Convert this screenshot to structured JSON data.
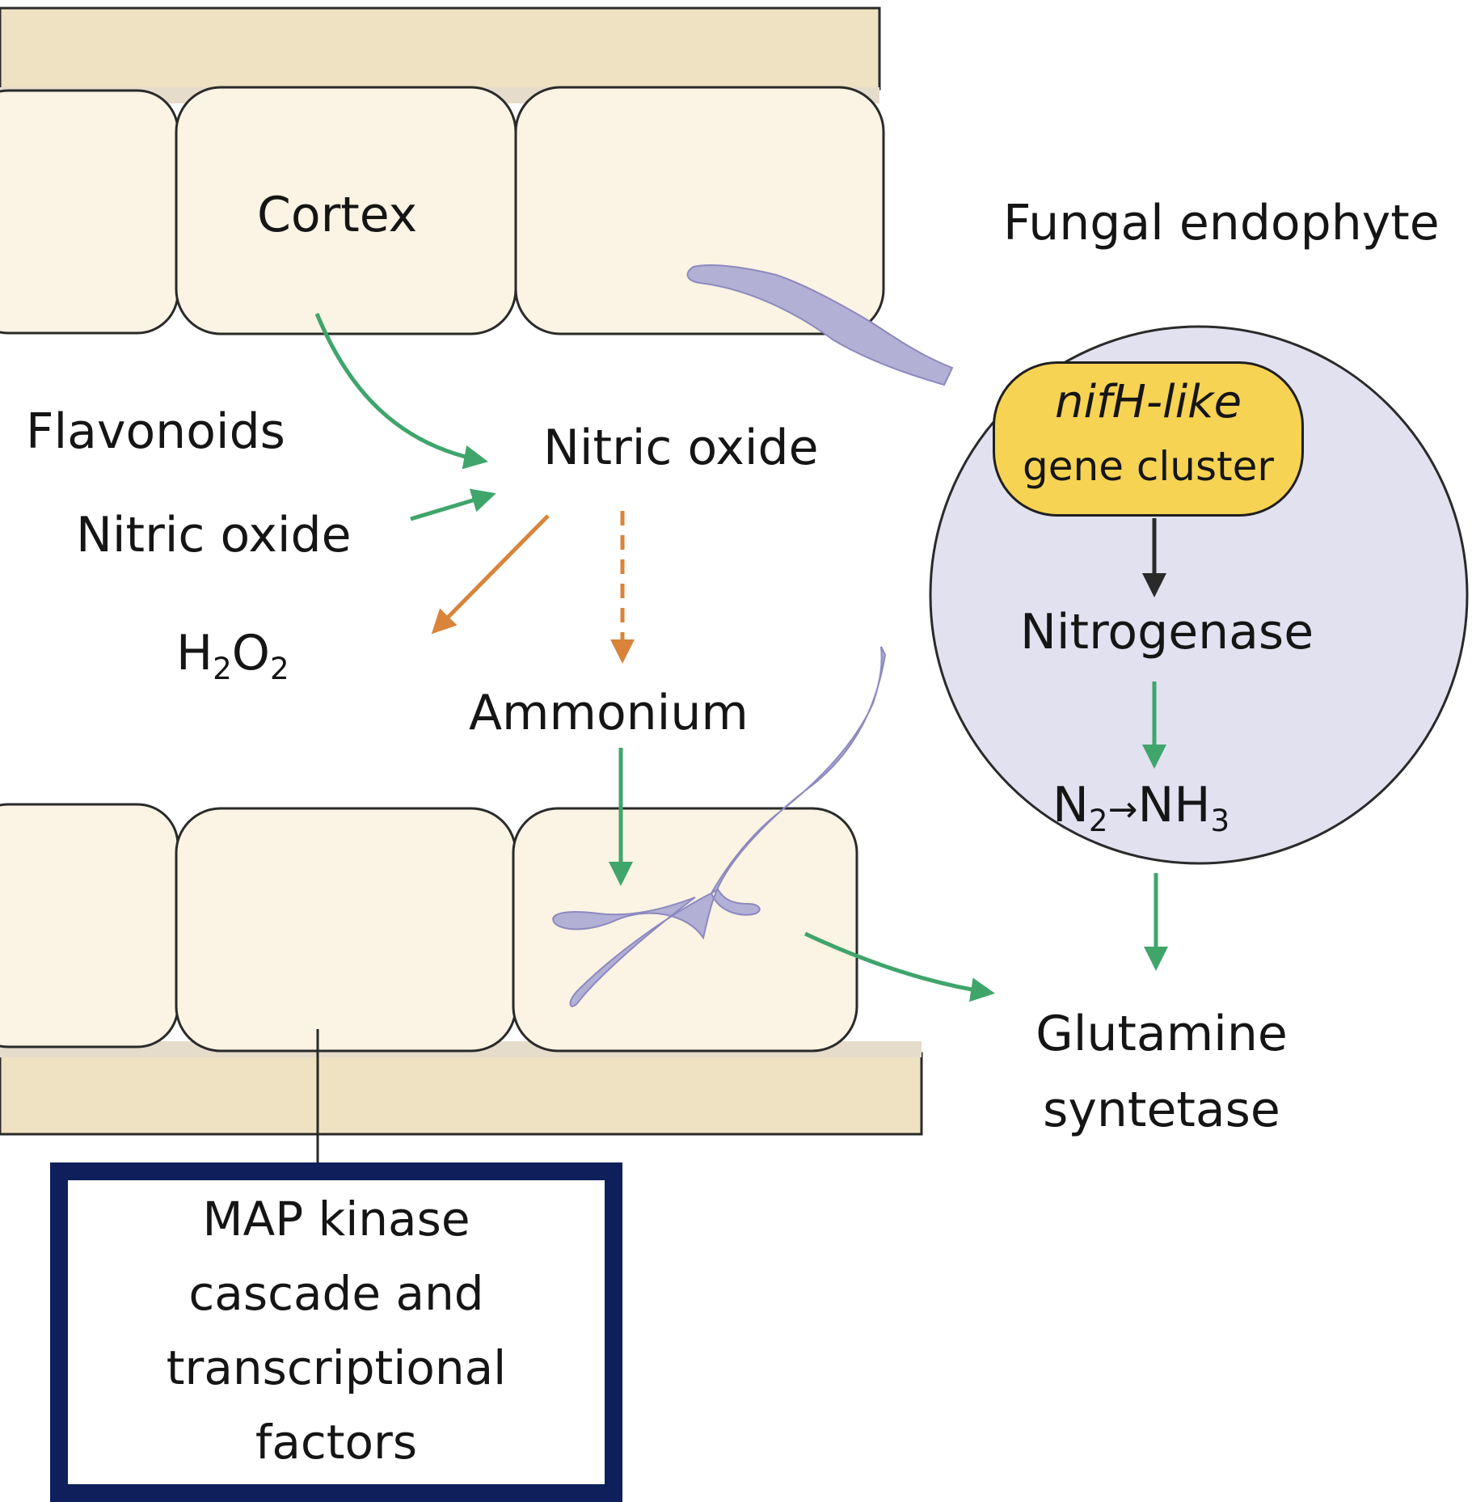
{
  "labels": {
    "cortex": "Cortex",
    "fungal_endophyte": "Fungal endophyte",
    "flavonoids": "Flavonoids",
    "nitric_oxide_input": "Nitric oxide",
    "nitric_oxide_center": "Nitric oxide",
    "h2o2_h": "H",
    "h2o2_sub1": "2",
    "h2o2_o": "O",
    "h2o2_sub2": "2",
    "ammonium": "Ammonium",
    "gene_cluster_line1": "nifH-like",
    "gene_cluster_line2": "gene cluster",
    "nitrogenase": "Nitrogenase",
    "n2_n": "N",
    "n2_sub": "2",
    "arrow_glyph": "→",
    "nh3_nh": "NH",
    "nh3_sub": "3",
    "glutamine_line1": "Glutamine",
    "glutamine_line2": "syntetase",
    "map_kinase_line1": "MAP kinase",
    "map_kinase_line2": "cascade and",
    "map_kinase_line3": "transcriptional",
    "map_kinase_line4": "factors"
  },
  "colors": {
    "cell_fill": "#fbf3e3",
    "cell_wall": "#efe2c2",
    "cell_stroke": "#2a2a2a",
    "hypha": "#b3b0d6",
    "zoom_circle": "#e2e1f0",
    "gene_box": "#f7d354",
    "green_arrow": "#3fa56b",
    "orange_arrow": "#d9843a",
    "black_arrow": "#2a2a2a",
    "map_box_border": "#0e1f5c"
  }
}
